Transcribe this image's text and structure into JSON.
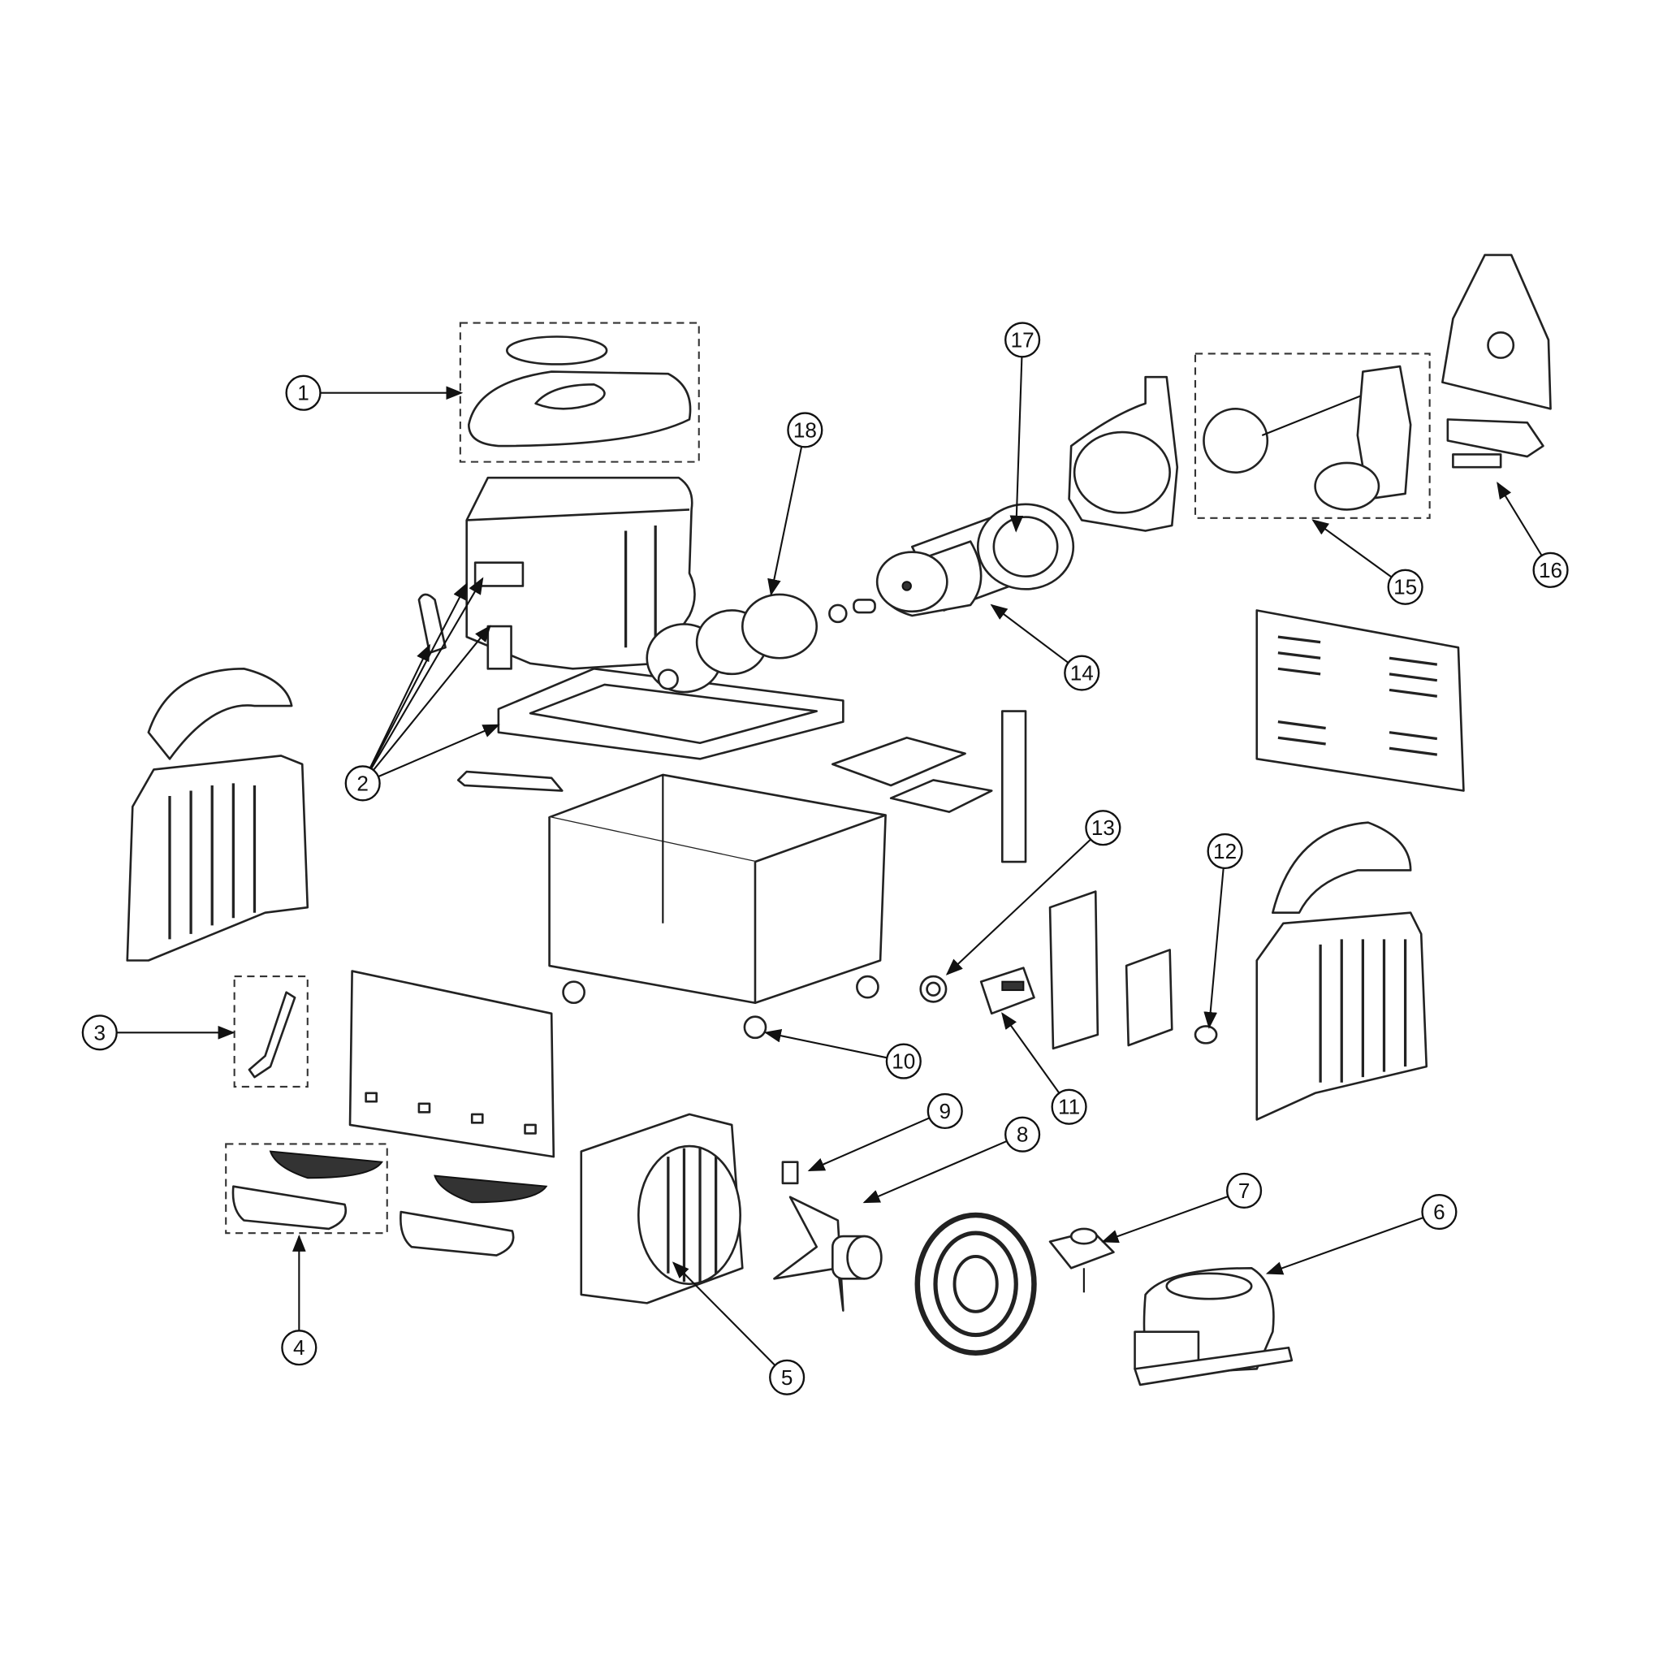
{
  "diagram": {
    "type": "exploded-parts-diagram",
    "callouts": [
      "1",
      "2",
      "3",
      "4",
      "5",
      "6",
      "7",
      "8",
      "9",
      "10",
      "11",
      "12",
      "13",
      "14",
      "15",
      "16",
      "17",
      "18"
    ],
    "colors": {
      "line": "#222222",
      "background": "#ffffff"
    }
  }
}
